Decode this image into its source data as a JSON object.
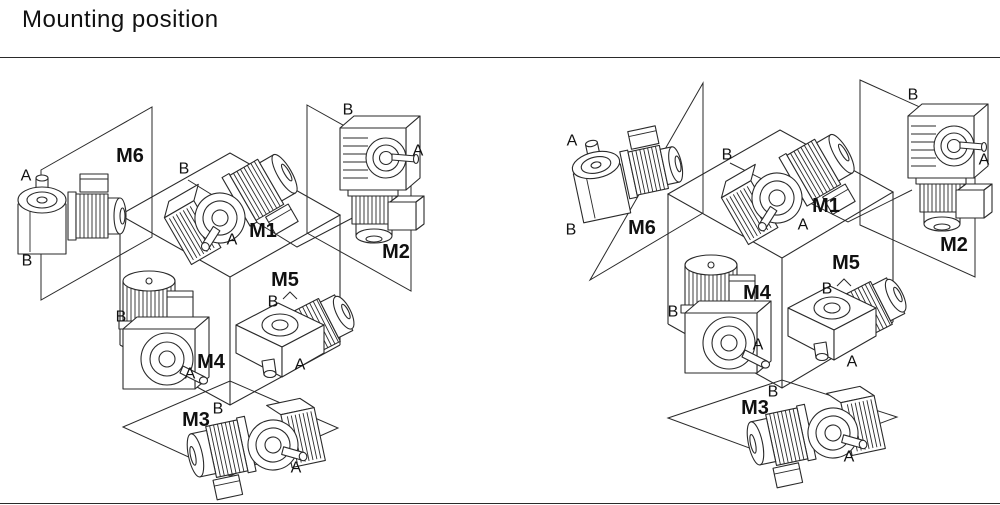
{
  "title": "Mounting position",
  "line_color": "#2a2a2a",
  "text_color": "#111111",
  "diagrams": [
    {
      "name": "left",
      "m1": {
        "label": "M1",
        "a": "A",
        "b": "B"
      },
      "m2": {
        "label": "M2",
        "a": "A",
        "b": "B"
      },
      "m3": {
        "label": "M3",
        "a": "A",
        "b": "B"
      },
      "m4": {
        "label": "M4",
        "a": "A",
        "b": "B"
      },
      "m5": {
        "label": "M5",
        "a": "A",
        "b": "B"
      },
      "m6": {
        "label": "M6",
        "a": "A",
        "b": "B"
      }
    },
    {
      "name": "right",
      "m1": {
        "label": "M1",
        "a": "A",
        "b": "B"
      },
      "m2": {
        "label": "M2",
        "a": "A",
        "b": "B"
      },
      "m3": {
        "label": "M3",
        "a": "A",
        "b": "B"
      },
      "m4": {
        "label": "M4",
        "a": "A",
        "b": "B"
      },
      "m5": {
        "label": "M5",
        "a": "A",
        "b": "B"
      },
      "m6": {
        "label": "M6",
        "a": "A",
        "b": "B"
      }
    }
  ]
}
